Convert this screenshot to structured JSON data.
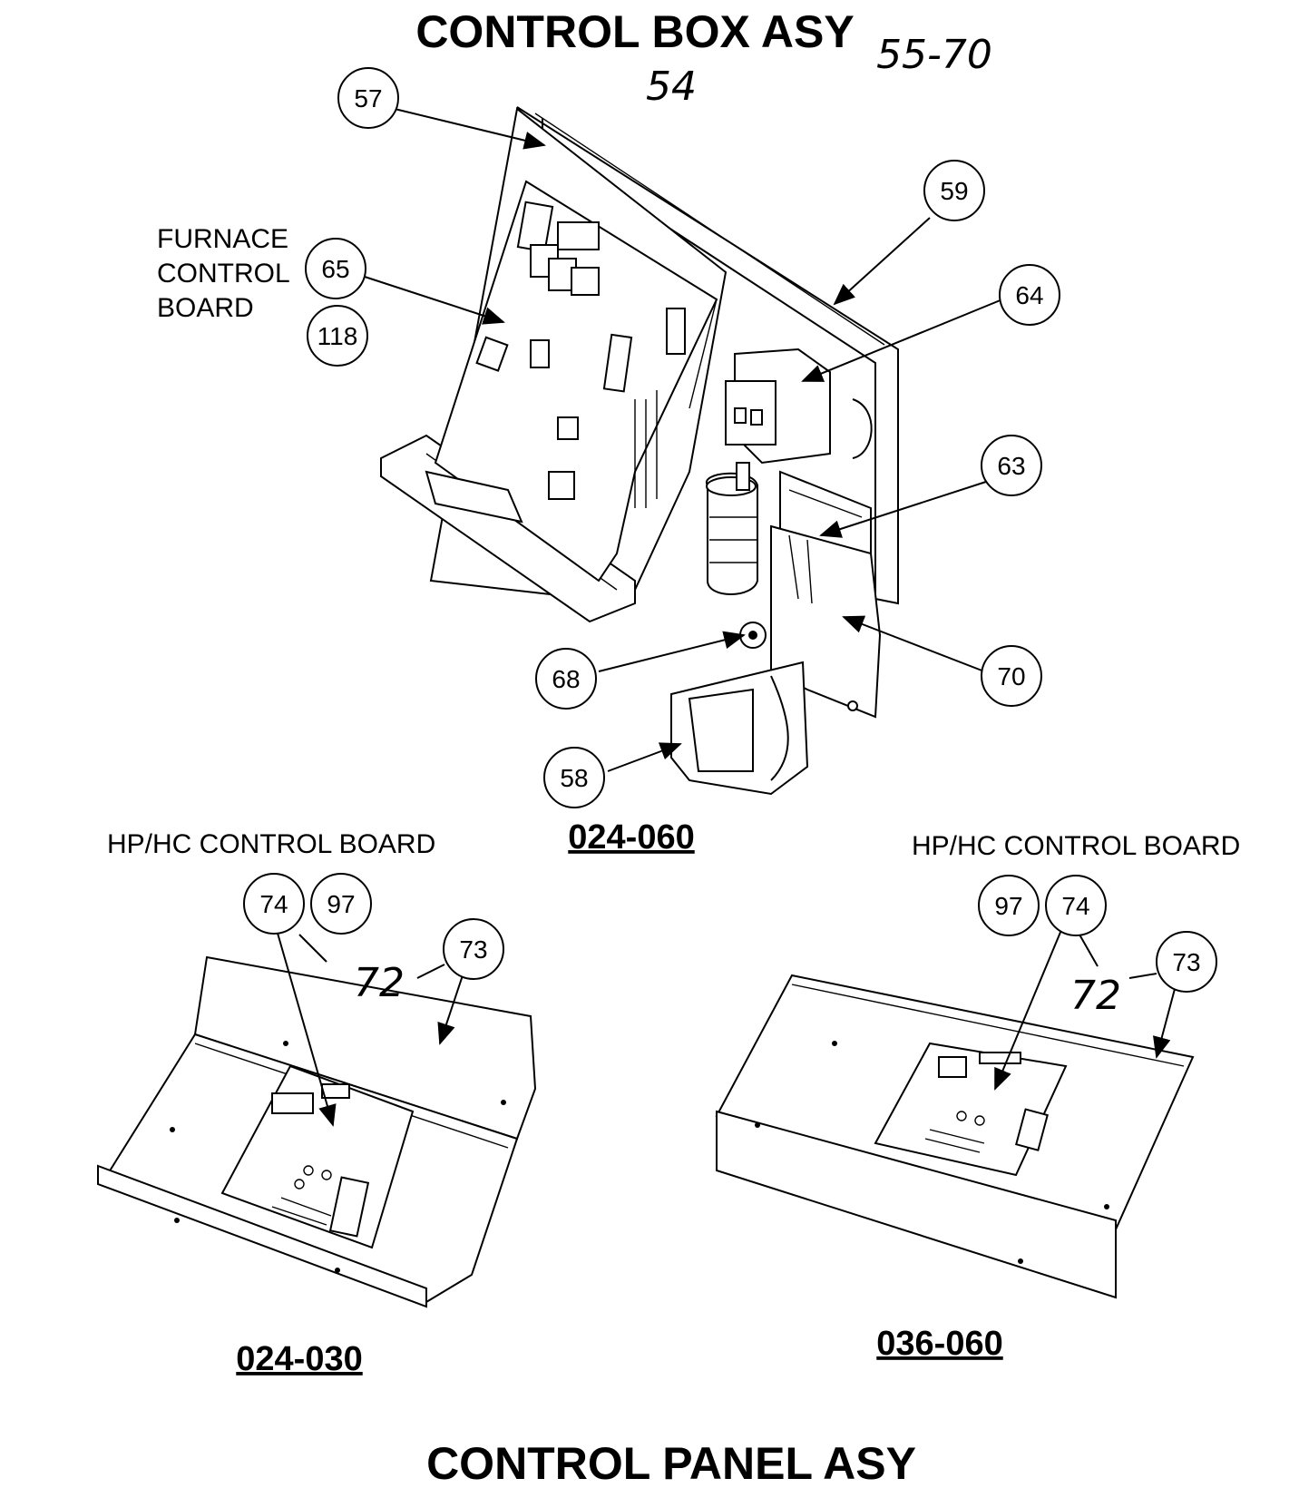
{
  "titles": {
    "top": "CONTROL BOX ASY",
    "bottom": "CONTROL PANEL ASY"
  },
  "handwritten": {
    "main_ref": "54",
    "range_ref": "55-70",
    "left_panel_ref": "72",
    "right_panel_ref": "72"
  },
  "labels": {
    "furnace_line1": "FURNACE",
    "furnace_line2": "CONTROL",
    "furnace_line3": "BOARD",
    "hp_left": "HP/HC CONTROL BOARD",
    "hp_right": "HP/HC CONTROL BOARD"
  },
  "models": {
    "control_box": "024-060",
    "panel_left": "024-030",
    "panel_right": "036-060"
  },
  "callouts": {
    "c57": "57",
    "c59": "59",
    "c65": "65",
    "c118": "118",
    "c64": "64",
    "c63": "63",
    "c68": "68",
    "c70": "70",
    "c58": "58",
    "l74": "74",
    "l97": "97",
    "l73": "73",
    "r97": "97",
    "r74": "74",
    "r73": "73"
  }
}
